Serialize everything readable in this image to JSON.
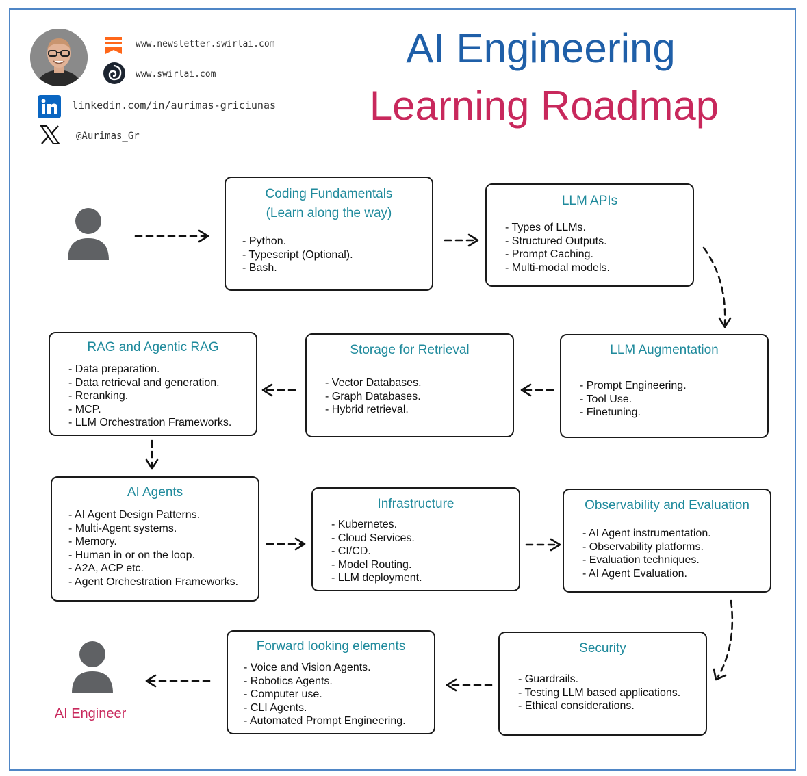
{
  "header": {
    "title_line1": "AI Engineering",
    "title_line2": "Learning Roadmap",
    "title_line1_color": "#1f5fa8",
    "title_line2_color": "#c8285c"
  },
  "social": {
    "newsletter": "www.newsletter.swirlai.com",
    "website": "www.swirlai.com",
    "linkedin": "linkedin.com/in/aurimas-griciunas",
    "x_handle": "@Aurimas_Gr"
  },
  "icons": {
    "newsletter": "substack-icon",
    "website": "swirl-logo-icon",
    "linkedin": "linkedin-icon",
    "x": "x-logo-icon",
    "learner": "person-icon"
  },
  "boxes": {
    "coding": {
      "title": "Coding Fundamentals\n(Learn along the way)",
      "items": [
        "Python.",
        "Typescript (Optional).",
        "Bash."
      ]
    },
    "llm_apis": {
      "title": "LLM APIs",
      "items": [
        "Types of LLMs.",
        "Structured Outputs.",
        "Prompt Caching.",
        "Multi-modal models."
      ]
    },
    "llm_augmentation": {
      "title": "LLM Augmentation",
      "items": [
        "Prompt Engineering.",
        "Tool Use.",
        "Finetuning."
      ]
    },
    "storage": {
      "title": "Storage for Retrieval",
      "items": [
        "Vector Databases.",
        "Graph Databases.",
        "Hybrid retrieval."
      ]
    },
    "rag": {
      "title": "RAG and Agentic RAG",
      "items": [
        "Data preparation.",
        "Data retrieval and generation.",
        "Reranking.",
        "MCP.",
        "LLM Orchestration Frameworks."
      ]
    },
    "agents": {
      "title": "AI Agents",
      "items": [
        "AI Agent Design Patterns.",
        "Multi-Agent systems.",
        "Memory.",
        "Human in or on the loop.",
        "A2A, ACP etc.",
        "Agent Orchestration Frameworks."
      ]
    },
    "infrastructure": {
      "title": "Infrastructure",
      "items": [
        "Kubernetes.",
        "Cloud Services.",
        "CI/CD.",
        "Model Routing.",
        "LLM deployment."
      ]
    },
    "observability": {
      "title": "Observability and Evaluation",
      "items": [
        "AI Agent instrumentation.",
        "Observability platforms.",
        "Evaluation techniques.",
        "AI Agent Evaluation."
      ]
    },
    "security": {
      "title": "Security",
      "items": [
        "Guardrails.",
        "Testing LLM based applications.",
        "Ethical considerations."
      ]
    },
    "forward": {
      "title": "Forward looking elements",
      "items": [
        "Voice and Vision Agents.",
        "Robotics Agents.",
        "Computer use.",
        "CLI Agents.",
        "Automated Prompt Engineering."
      ]
    }
  },
  "end_label": "AI Engineer",
  "colors": {
    "box_title": "#1f8a9c",
    "frame": "#4f86c6",
    "person": "#5f6164"
  }
}
